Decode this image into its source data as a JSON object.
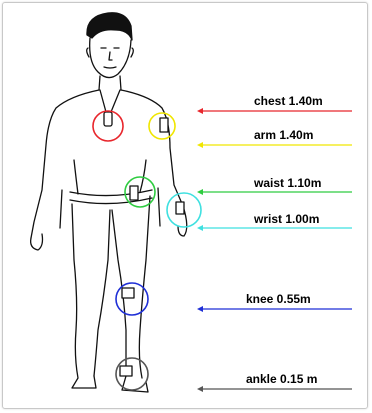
{
  "sensors": [
    {
      "id": "chest",
      "label": "chest 1.40m",
      "color": "#e8262c"
    },
    {
      "id": "arm",
      "label": "arm  1.40m",
      "color": "#f0e600"
    },
    {
      "id": "waist",
      "label": "waist  1.10m",
      "color": "#2ecc40"
    },
    {
      "id": "wrist",
      "label": "wrist  1.00m",
      "color": "#3fe0e0"
    },
    {
      "id": "knee",
      "label": "knee  0.55m",
      "color": "#1f2fd6"
    },
    {
      "id": "ankle",
      "label": "ankle  0.15 m",
      "color": "#555555"
    }
  ]
}
